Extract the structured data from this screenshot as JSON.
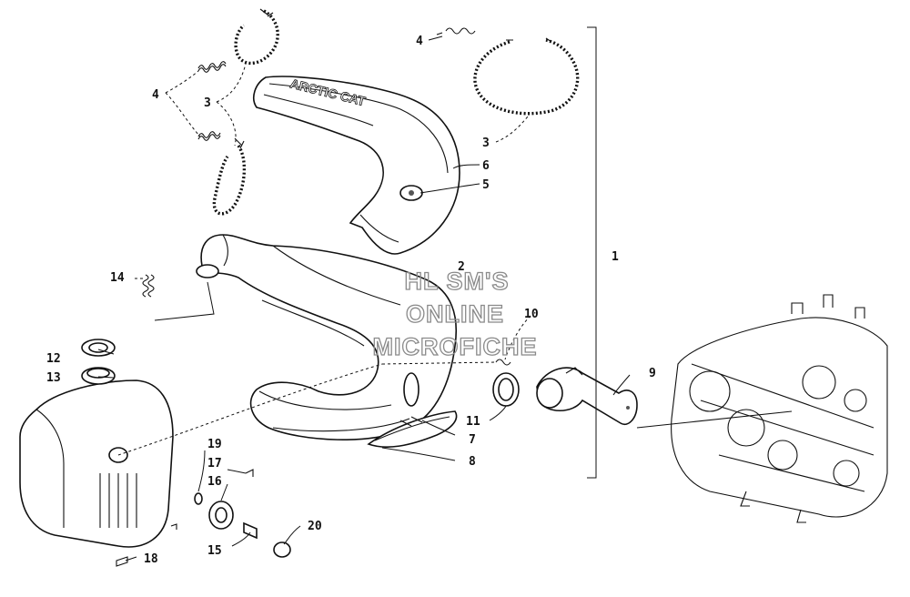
{
  "watermark": {
    "line1": "HL SM'S",
    "line2": "ONLINE",
    "line3": "MICROFICHE"
  },
  "logo_text": "ARCTIC CAT",
  "callouts": {
    "c1": "1",
    "c2": "2",
    "c3a": "3",
    "c3b": "3",
    "c4a": "4",
    "c4b": "4",
    "c5": "5",
    "c6": "6",
    "c7": "7",
    "c8": "8",
    "c9": "9",
    "c10": "10",
    "c11": "11",
    "c12": "12",
    "c13": "13",
    "c14": "14",
    "c15": "15",
    "c16": "16",
    "c17": "17",
    "c18": "18",
    "c19": "19",
    "c20": "20"
  }
}
